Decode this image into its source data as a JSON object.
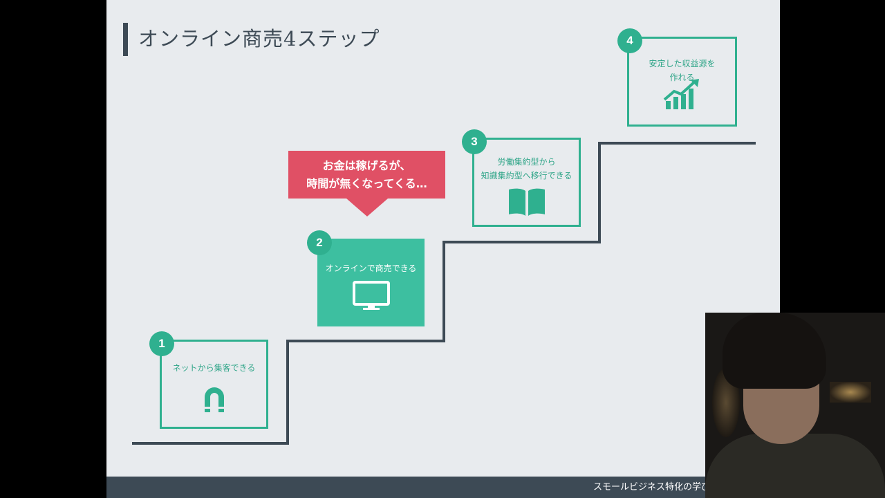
{
  "slide": {
    "title": "オンライン商売4ステップ",
    "footer_text": "スモールビジネス特化の学び"
  },
  "steps": [
    {
      "number": "1",
      "label_lines": [
        "ネットから集客できる"
      ],
      "icon": "magnet-icon"
    },
    {
      "number": "2",
      "label_lines": [
        "オンラインで商売できる"
      ],
      "icon": "monitor-icon"
    },
    {
      "number": "3",
      "label_lines": [
        "労働集約型から",
        "知識集約型へ移行できる"
      ],
      "icon": "book-icon"
    },
    {
      "number": "4",
      "label_lines": [
        "安定した収益源を",
        "作れる"
      ],
      "icon": "growth-chart-icon"
    }
  ],
  "callout": {
    "line1": "お金は稼げるが、",
    "line2": "時間が無くなってくる…"
  },
  "colors": {
    "accent": "#2fb08f",
    "accent_fill": "#3dbfa0",
    "callout": "#e05065",
    "dark": "#3d4a55",
    "background": "#e8ebee"
  }
}
